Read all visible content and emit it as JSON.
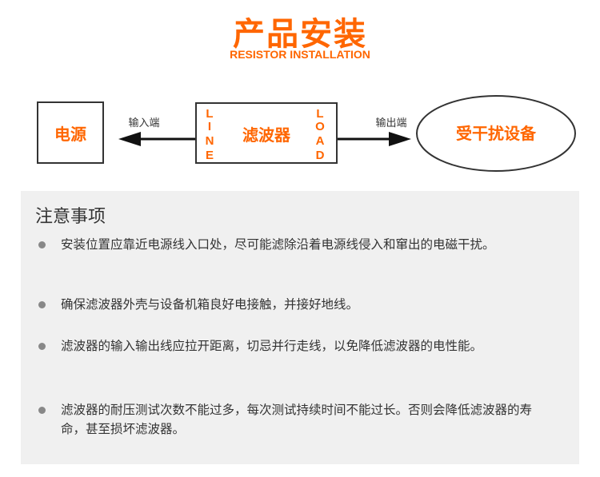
{
  "header": {
    "title": "产品安装",
    "subtitle": "RESISTOR INSTALLATION"
  },
  "diagram": {
    "power_box": "电源",
    "filter_box": "滤波器",
    "line_letters": [
      "L",
      "I",
      "N",
      "E"
    ],
    "load_letters": [
      "L",
      "O",
      "A",
      "D"
    ],
    "input_label": "输入端",
    "output_label": "输出端",
    "device_label": "受干扰设备"
  },
  "notes": {
    "title": "注意事项",
    "items": [
      "安装位置应靠近电源线入口处，尽可能滤除沿着电源线侵入和窜出的电磁干扰。",
      "确保滤波器外壳与设备机箱良好电接触，并接好地线。",
      "滤波器的输入输出线应拉开距离，切忌并行走线，以免降低滤波器的电性能。",
      "滤波器的耐压测试次数不能过多，每次测试持续时间不能过长。否则会降低滤波器的寿命，甚至损坏滤波器。"
    ]
  },
  "colors": {
    "accent": "#ff6600",
    "text": "#333333",
    "panel": "#f0f0f0"
  }
}
